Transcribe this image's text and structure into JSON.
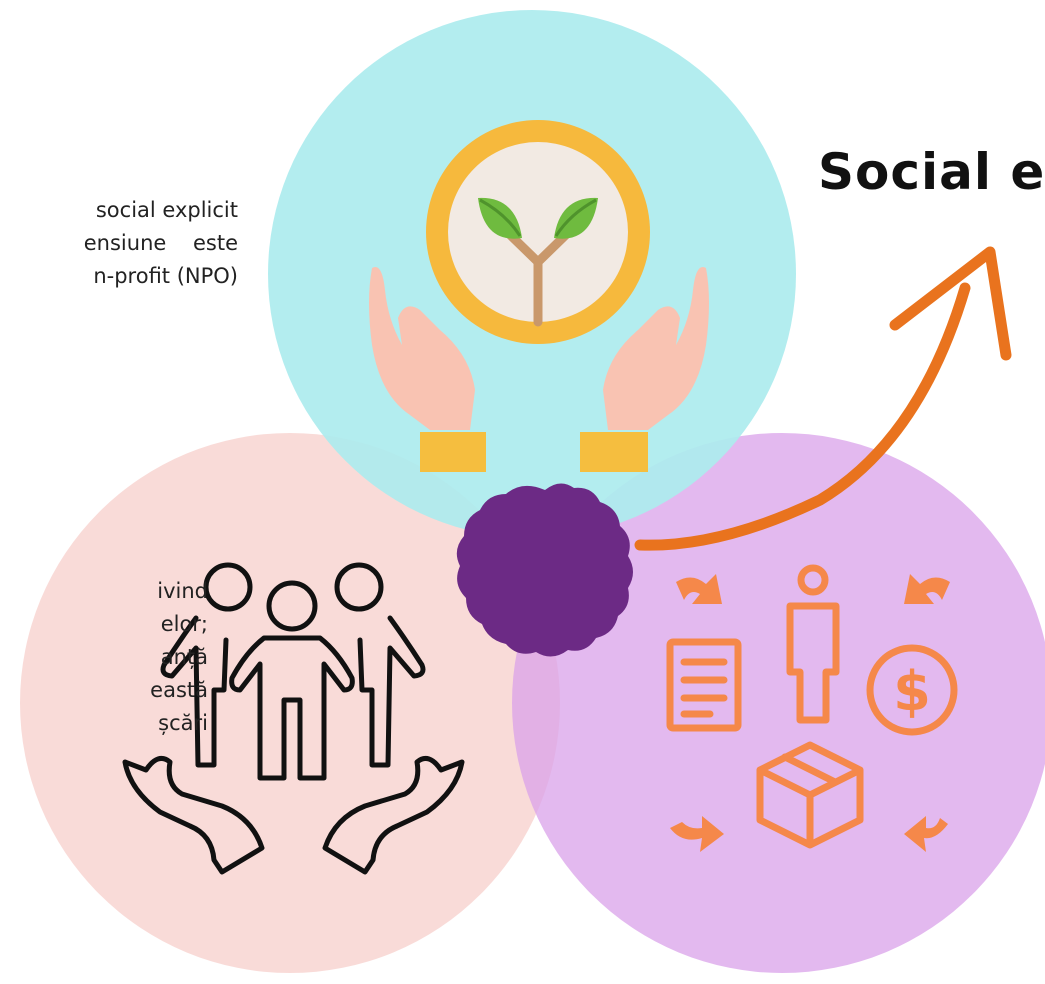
{
  "heading": "Social e",
  "text_top": {
    "lines": [
      "social explicit",
      "ensiune este",
      "n-profit (NPO)"
    ]
  },
  "text_bottom": {
    "lines": [
      "ivind",
      "elor;",
      "anță",
      "eastă",
      "șcări"
    ]
  },
  "icons": {
    "top": "hands-holding-plant-icon",
    "left": "hands-holding-people-icon",
    "right": "business-cycle-icon",
    "center": "purple-badge-seal",
    "arrow": "upward-curved-arrow-icon"
  },
  "colors": {
    "circle_top": "#acecee",
    "circle_left": "#f8d3cf",
    "circle_right": "#daa1ea",
    "badge": "#6c2a85",
    "arrow": "#e9731e",
    "icon_right": "#f5884a"
  }
}
